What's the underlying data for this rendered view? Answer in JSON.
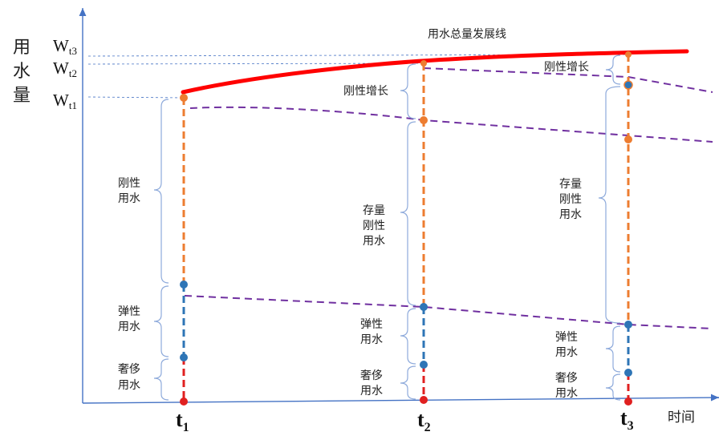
{
  "title": "用水总量发展线",
  "axis": {
    "y_label": [
      "用",
      "水",
      "量"
    ],
    "x_label": "时间"
  },
  "w_labels": [
    {
      "base": "W",
      "sub": "t3"
    },
    {
      "base": "W",
      "sub": "t2"
    },
    {
      "base": "W",
      "sub": "t1"
    }
  ],
  "t_labels": [
    {
      "base": "t",
      "sub": "1"
    },
    {
      "base": "t",
      "sub": "2"
    },
    {
      "base": "t",
      "sub": "3"
    }
  ],
  "brace_labels": {
    "t1_rigid": [
      "刚性",
      "用水"
    ],
    "t1_elastic": [
      "弹性",
      "用水"
    ],
    "t1_luxury": [
      "奢侈",
      "用水"
    ],
    "t2_growth": "刚性增长",
    "t2_stock": [
      "存量",
      "刚性",
      "用水"
    ],
    "t2_elastic": [
      "弹性",
      "用水"
    ],
    "t2_luxury": [
      "奢侈",
      "用水"
    ],
    "t3_growth": "刚性增长",
    "t3_stock": [
      "存量",
      "刚性",
      "用水"
    ],
    "t3_elastic": [
      "弹性",
      "用水"
    ],
    "t3_luxury": [
      "奢侈",
      "用水"
    ]
  },
  "colors": {
    "axis": "#4472c4",
    "total_line": "#ff0000",
    "rigid": "#ed7d31",
    "elastic": "#2e75b6",
    "luxury": "#e02020",
    "boundary": "#7030a0"
  }
}
